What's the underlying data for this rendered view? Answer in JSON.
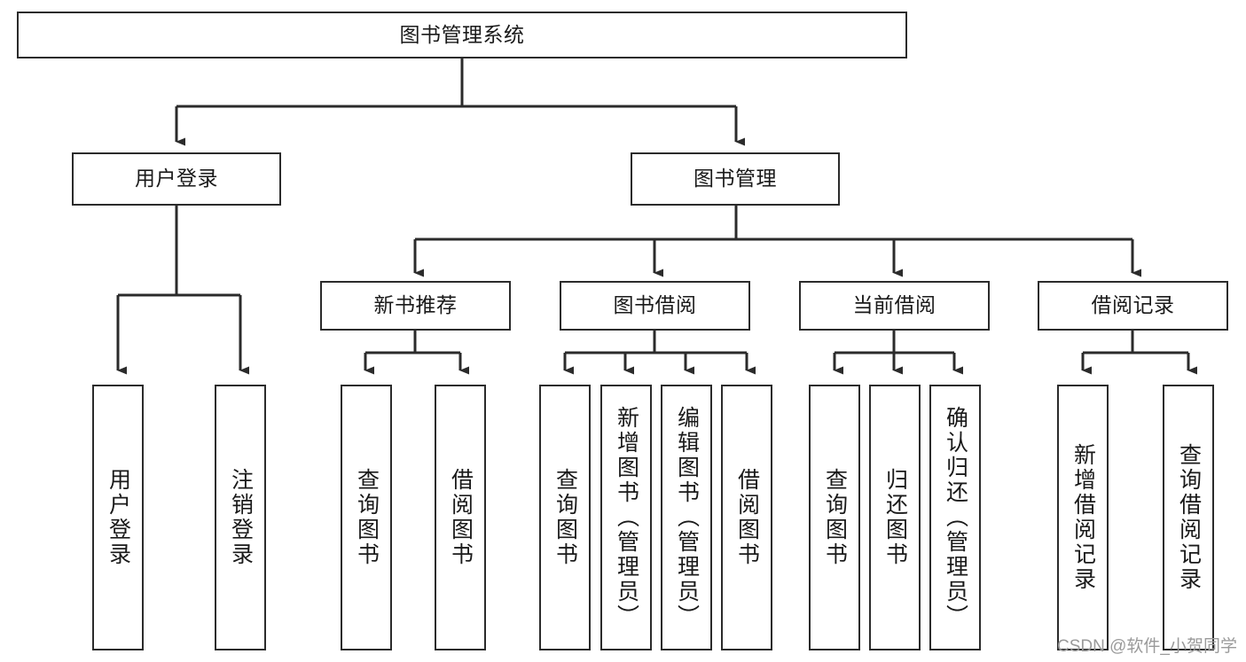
{
  "diagram": {
    "type": "tree-hierarchy",
    "title": "图书管理系统",
    "watermark": "CSDN @软件_小贺同学",
    "colors": {
      "stroke": "#2b2b2b",
      "fill": "#ffffff",
      "text": "#1a1a1a",
      "watermark": "#9a9a9a"
    },
    "nodes": {
      "root": {
        "label": "图书管理系统",
        "orientation": "horizontal"
      },
      "l2": [
        {
          "id": "user-login",
          "label": "用户登录",
          "orientation": "horizontal"
        },
        {
          "id": "book-manage",
          "label": "图书管理",
          "orientation": "horizontal"
        }
      ],
      "l3": [
        {
          "id": "new-book-rec",
          "label": "新书推荐",
          "orientation": "horizontal"
        },
        {
          "id": "book-borrow",
          "label": "图书借阅",
          "orientation": "horizontal"
        },
        {
          "id": "current-borrow",
          "label": "当前借阅",
          "orientation": "horizontal"
        },
        {
          "id": "borrow-record",
          "label": "借阅记录",
          "orientation": "horizontal"
        }
      ],
      "leaves": [
        {
          "id": "leaf-user-login",
          "label": "用户登录",
          "orientation": "vertical",
          "parent": "user-login"
        },
        {
          "id": "leaf-logout",
          "label": "注销登录",
          "orientation": "vertical",
          "parent": "user-login"
        },
        {
          "id": "leaf-query-book-1",
          "label": "查询图书",
          "orientation": "vertical",
          "parent": "new-book-rec"
        },
        {
          "id": "leaf-borrow-book-1",
          "label": "借阅图书",
          "orientation": "vertical",
          "parent": "new-book-rec"
        },
        {
          "id": "leaf-query-book-2",
          "label": "查询图书",
          "orientation": "vertical",
          "parent": "book-borrow"
        },
        {
          "id": "leaf-add-book",
          "label": "新增图书（管理员）",
          "orientation": "vertical",
          "parent": "book-borrow"
        },
        {
          "id": "leaf-edit-book",
          "label": "编辑图书（管理员）",
          "orientation": "vertical",
          "parent": "book-borrow"
        },
        {
          "id": "leaf-borrow-book-2",
          "label": "借阅图书",
          "orientation": "vertical",
          "parent": "book-borrow"
        },
        {
          "id": "leaf-query-book-3",
          "label": "查询图书",
          "orientation": "vertical",
          "parent": "current-borrow"
        },
        {
          "id": "leaf-return-book",
          "label": "归还图书",
          "orientation": "vertical",
          "parent": "current-borrow"
        },
        {
          "id": "leaf-confirm-return",
          "label": "确认归还（管理员）",
          "orientation": "vertical",
          "parent": "current-borrow"
        },
        {
          "id": "leaf-add-record",
          "label": "新增借阅记录",
          "orientation": "vertical",
          "parent": "borrow-record"
        },
        {
          "id": "leaf-query-record",
          "label": "查询借阅记录",
          "orientation": "vertical",
          "parent": "borrow-record"
        }
      ]
    }
  }
}
